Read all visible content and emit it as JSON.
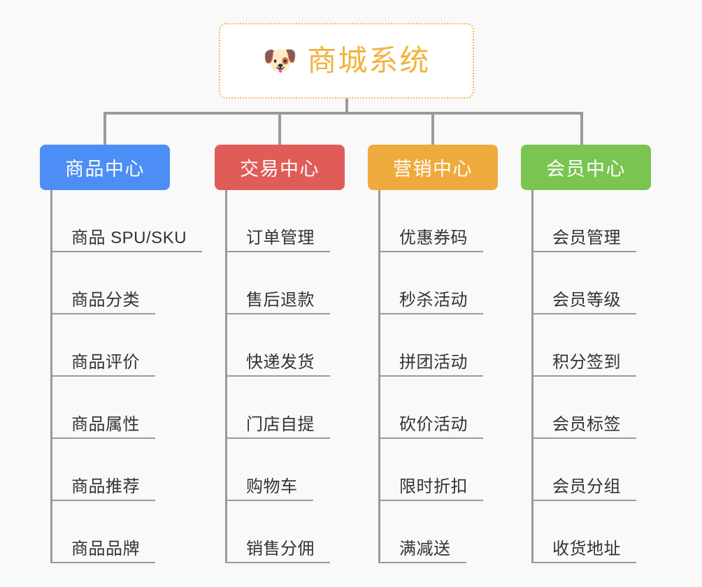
{
  "diagram": {
    "title": "商城系统",
    "background_color": "#f9f9f9",
    "root": {
      "icon": "shiba-dog-face-icon",
      "icon_glyph": "🐶",
      "label": "商城系统",
      "text_color": "#f2b33d",
      "border_color": "#f0b95a",
      "background_color": "#ffffff"
    },
    "connector_color": "#9a9a9a",
    "categories": [
      {
        "label": "商品中心",
        "color": "#4c8ef5",
        "items": [
          "商品 SPU/SKU",
          "商品分类",
          "商品评价",
          "商品属性",
          "商品推荐",
          "商品品牌"
        ]
      },
      {
        "label": "交易中心",
        "color": "#e05c58",
        "items": [
          "订单管理",
          "售后退款",
          "快递发货",
          "门店自提",
          "购物车",
          "销售分佣"
        ]
      },
      {
        "label": "营销中心",
        "color": "#eeaa3c",
        "items": [
          "优惠券码",
          "秒杀活动",
          "拼团活动",
          "砍价活动",
          "限时折扣",
          "满减送"
        ]
      },
      {
        "label": "会员中心",
        "color": "#7ac451",
        "items": [
          "会员管理",
          "会员等级",
          "积分签到",
          "会员标签",
          "会员分组",
          "收货地址"
        ]
      }
    ]
  }
}
